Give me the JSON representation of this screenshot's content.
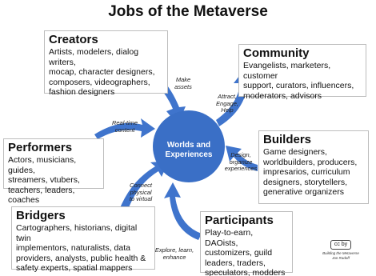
{
  "title": "Jobs of the Metaverse",
  "center": {
    "line1": "Worlds and",
    "line2": "Experiences"
  },
  "boxes": {
    "creators": {
      "title": "Creators",
      "lines": [
        "Artists, modelers, dialog writers,",
        "mocap, character designers,",
        "composers, videographers,",
        "fashion designers"
      ]
    },
    "community": {
      "title": "Community",
      "lines": [
        "Evangelists, marketers, customer",
        "support, curators, influencers,",
        "moderators, advisors"
      ]
    },
    "performers": {
      "title": "Performers",
      "lines": [
        "Actors, musicians, guides,",
        "streamers, vtubers,",
        "teachers, leaders, coaches"
      ]
    },
    "builders": {
      "title": "Builders",
      "lines": [
        "Game designers,",
        "worldbuilders, producers,",
        "impresarios, curriculum",
        "designers, storytellers,",
        "generative organizers"
      ]
    },
    "bridgers": {
      "title": "Bridgers",
      "lines": [
        "Cartographers, historians, digital twin",
        "implementors, naturalists, data",
        "providers, analysts, public health &",
        "safety experts, spatial mappers"
      ]
    },
    "participants": {
      "title": "Participants",
      "lines": [
        "Play-to-earn, DAOists,",
        "customizers, guild",
        "leaders, traders,",
        "speculators, modders"
      ]
    }
  },
  "arrow_labels": {
    "make_assets": [
      "Make",
      "assets"
    ],
    "attract": [
      "Attract,",
      "Engage,",
      "Help"
    ],
    "realtime": [
      "Real-time",
      "content"
    ],
    "design": [
      "Design,",
      "organize",
      "experiences"
    ],
    "connect": [
      "Connect",
      "physical",
      "to virtual"
    ],
    "explore": [
      "Explore, learn,",
      "enhance"
    ]
  },
  "footer": {
    "logo_text": "cc by",
    "credit_line1": "Building the Metaverse",
    "credit_line2": "Jon Radoff"
  },
  "colors": {
    "accent": "#3a6fc6",
    "arrow": "#3f74cc",
    "box_border": "#bdbdbd"
  }
}
